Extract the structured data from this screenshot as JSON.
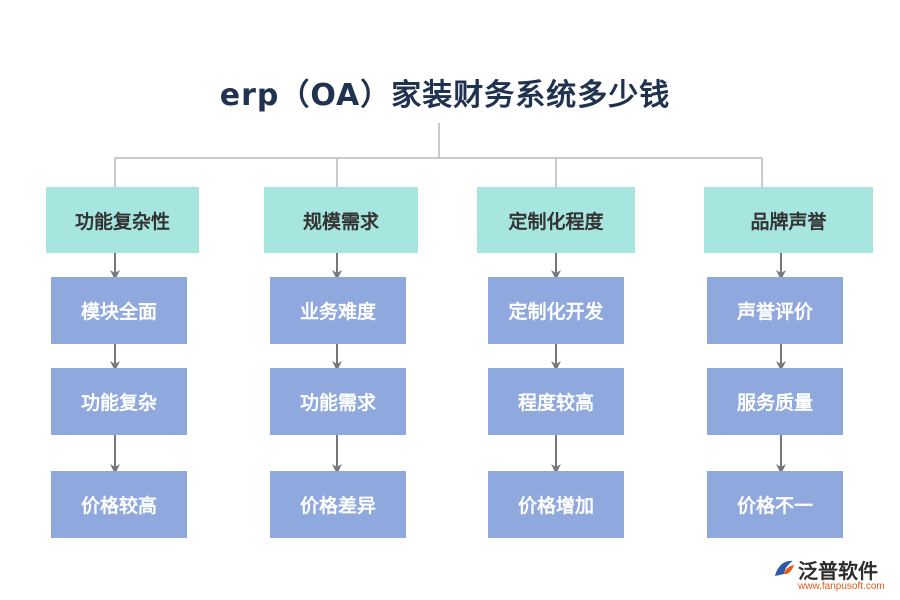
{
  "title": "erp（OA）家装财务系统多少钱",
  "columns": [
    {
      "header": "功能复杂性",
      "items": [
        "模块全面",
        "功能复杂",
        "价格较高"
      ]
    },
    {
      "header": "规模需求",
      "items": [
        "业务难度",
        "功能需求",
        "价格差异"
      ]
    },
    {
      "header": "定制化程度",
      "items": [
        "定制化开发",
        "程度较高",
        "价格增加"
      ]
    },
    {
      "header": "品牌声誉",
      "items": [
        "声誉评价",
        "服务质量",
        "价格不一"
      ]
    }
  ],
  "colors": {
    "header_fill": "#a6e6df",
    "item_fill": "#8fa8de",
    "connector": "#b8b8b8",
    "arrow": "#777777",
    "title": "#1f3250"
  },
  "logo": {
    "name": "泛普软件",
    "url": "www.fanpusoft.com",
    "icon": "fanpu-logo-icon"
  }
}
